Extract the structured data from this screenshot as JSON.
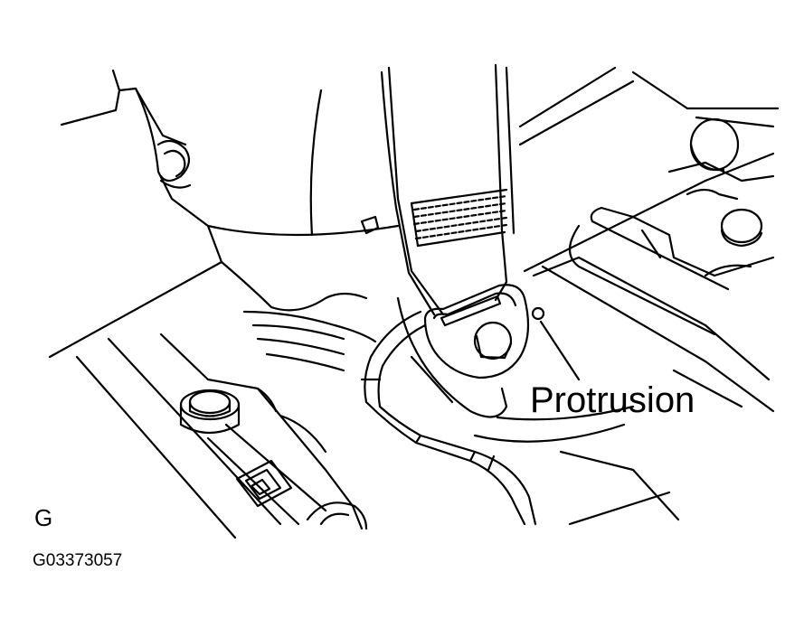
{
  "figure": {
    "callout_label": "Protrusion",
    "corner_letter": "G",
    "figure_code": "G03373057"
  },
  "colors": {
    "line": "#000000",
    "background": "#ffffff"
  }
}
